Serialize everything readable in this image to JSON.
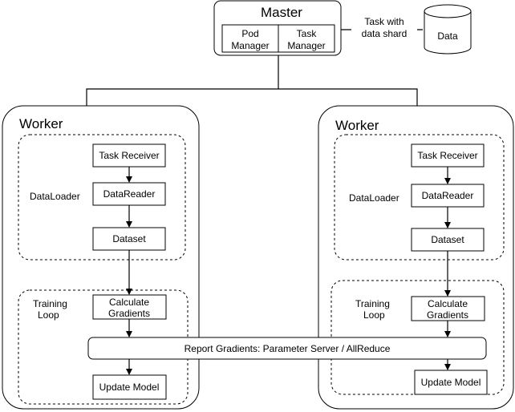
{
  "master": {
    "title": "Master",
    "pod_manager": [
      "Pod",
      "Manager"
    ],
    "task_manager": [
      "Task",
      "Manager"
    ]
  },
  "edge_label": [
    "Task with",
    "data shard"
  ],
  "data_store": "Data",
  "workers": [
    {
      "title": "Worker",
      "dataloader_label": "DataLoader",
      "task_receiver": "Task Receiver",
      "data_reader": "DataReader",
      "dataset": "Dataset",
      "training_loop_label": [
        "Training",
        "Loop"
      ],
      "calculate_gradients": [
        "Calculate",
        "Gradients"
      ],
      "update_model": "Update Model"
    },
    {
      "title": "Worker",
      "dataloader_label": "DataLoader",
      "task_receiver": "Task Receiver",
      "data_reader": "DataReader",
      "dataset": "Dataset",
      "training_loop_label": [
        "Training",
        "Loop"
      ],
      "calculate_gradients": [
        "Calculate",
        "Gradients"
      ],
      "update_model": "Update Model"
    }
  ],
  "report_gradients": "Report Gradients: Parameter Server / AllReduce"
}
